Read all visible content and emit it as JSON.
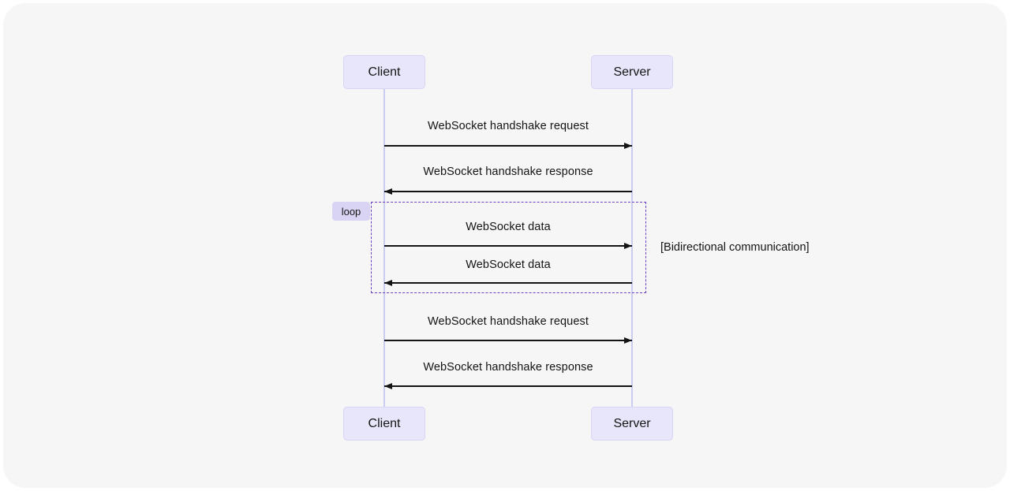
{
  "page": {
    "background": "#ffffff",
    "card_background": "#f6f6f7"
  },
  "diagram": {
    "type": "sequence",
    "actors": [
      {
        "label": "Client"
      },
      {
        "label": "Server"
      }
    ],
    "messages": [
      {
        "from": "Client",
        "to": "Server",
        "direction": "right",
        "label": "WebSocket handshake request"
      },
      {
        "from": "Server",
        "to": "Client",
        "direction": "left",
        "label": "WebSocket handshake response"
      },
      {
        "from": "Client",
        "to": "Server",
        "direction": "right",
        "label": "WebSocket data",
        "in_loop": true
      },
      {
        "from": "Server",
        "to": "Client",
        "direction": "left",
        "label": "WebSocket data",
        "in_loop": true
      },
      {
        "from": "Client",
        "to": "Server",
        "direction": "right",
        "label": "WebSocket handshake request"
      },
      {
        "from": "Server",
        "to": "Client",
        "direction": "left",
        "label": "WebSocket handshake response"
      }
    ],
    "loop": {
      "label": "loop",
      "annotation": "[Bidirectional communication]"
    },
    "colors": {
      "actor_fill": "#e7e6fb",
      "actor_border": "#d8d4f3",
      "lifeline": "#cbcdf0",
      "arrow": "#141414",
      "loop_border": "#6b3fc2",
      "loop_label_fill": "#d9d4f4",
      "text": "#141414"
    }
  }
}
